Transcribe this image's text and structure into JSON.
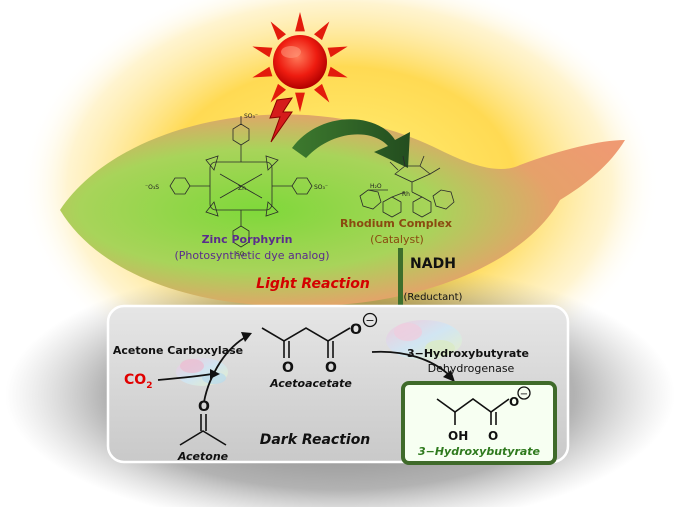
{
  "light": {
    "zinc_title": "Zinc Porphyrin",
    "zinc_subtitle": "(Photosynthetic dye analog)",
    "rhodium_title": "Rhodium Complex",
    "rhodium_subtitle": "(Catalyst)",
    "reaction_label": "Light Reaction",
    "nadh": "NADH",
    "reductant": "(Reductant)",
    "structure_labels": {
      "so3_top": "SO₃⁻",
      "so3_left": "⁻O₃S",
      "so3_right": "SO₃⁻",
      "so3_bottom": "SO₃⁻",
      "metal_zn": "Zn",
      "metal_rh": "Rh",
      "water": "H₂O"
    }
  },
  "dark": {
    "reaction_label": "Dark Reaction",
    "carboxylase": "Acetone Carboxylase",
    "co2": "CO",
    "co2_sub": "2",
    "acetoacetate": "Acetoacetate",
    "acetone": "Acetone",
    "dehydrogenase_1": "3−Hydroxybutyrate",
    "dehydrogenase_2": "Dehydrogenase",
    "product": "3−Hydroxybutyrate",
    "atoms": {
      "oxygen": "O",
      "hydroxyl": "OH",
      "minus": "−"
    }
  },
  "colors": {
    "purple_label": "#5a2d8c",
    "rhodium_label": "#8a4a10",
    "light_reaction": "#d40000",
    "co2": "#e00000",
    "product_border": "#3f6a2a",
    "product_text": "#2f7a1e",
    "green_arrow": "#2e5f2a"
  }
}
